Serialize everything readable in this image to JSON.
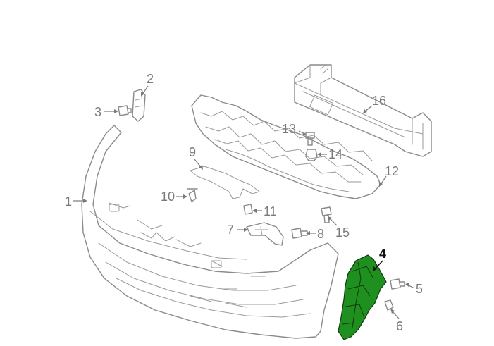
{
  "diagram": {
    "callouts": [
      {
        "id": "1",
        "label": "1"
      },
      {
        "id": "2",
        "label": "2"
      },
      {
        "id": "3",
        "label": "3"
      },
      {
        "id": "4",
        "label": "4",
        "highlighted": true
      },
      {
        "id": "5",
        "label": "5"
      },
      {
        "id": "6",
        "label": "6"
      },
      {
        "id": "7",
        "label": "7"
      },
      {
        "id": "8",
        "label": "8"
      },
      {
        "id": "9",
        "label": "9"
      },
      {
        "id": "10",
        "label": "10"
      },
      {
        "id": "11",
        "label": "11"
      },
      {
        "id": "12",
        "label": "12"
      },
      {
        "id": "13",
        "label": "13"
      },
      {
        "id": "14",
        "label": "14"
      },
      {
        "id": "15",
        "label": "15"
      },
      {
        "id": "16",
        "label": "16"
      }
    ],
    "colors": {
      "line_art": "#8a8a8a",
      "highlight_fill": "#1f8f1f",
      "highlight_label": "#111111",
      "background": "#ffffff"
    }
  }
}
